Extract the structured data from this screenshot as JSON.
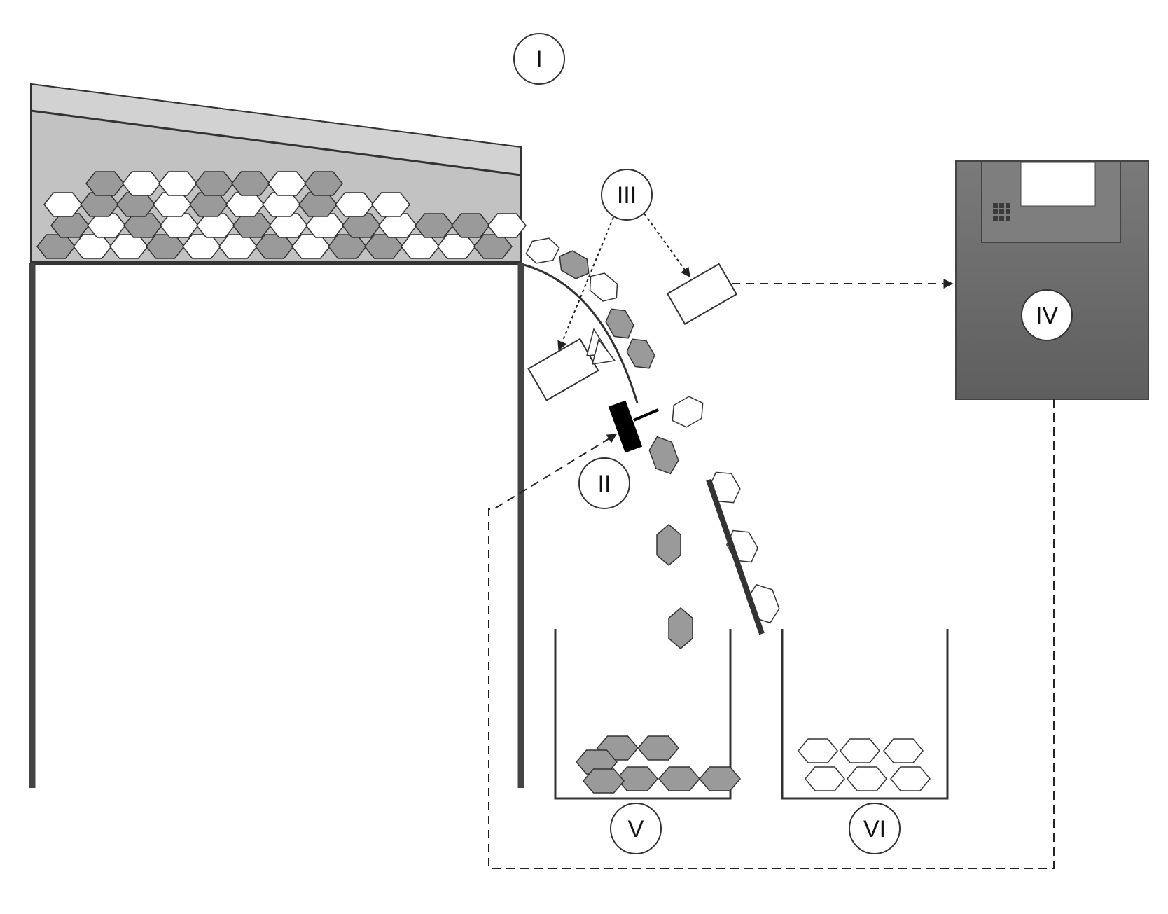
{
  "labels": {
    "feeder": "I",
    "ejector": "II",
    "cameras": "III",
    "controller": "IV",
    "bin_reject": "V",
    "bin_accept": "VI"
  },
  "colors": {
    "outline": "#333333",
    "hopper_fill": "#c2c2c2",
    "hopper_top": "#d2d2d2",
    "kernel_dark": "#9a9a9a",
    "kernel_light": "#ffffff",
    "controller_outer": "#6e6e6e",
    "controller_inner": "#7e7e7e",
    "ejector": "#000000"
  },
  "icons": {
    "camera": "camera-box-icon",
    "light": "light-source-icon",
    "grid": "keypad-grid-icon",
    "screen": "display-screen-icon"
  }
}
